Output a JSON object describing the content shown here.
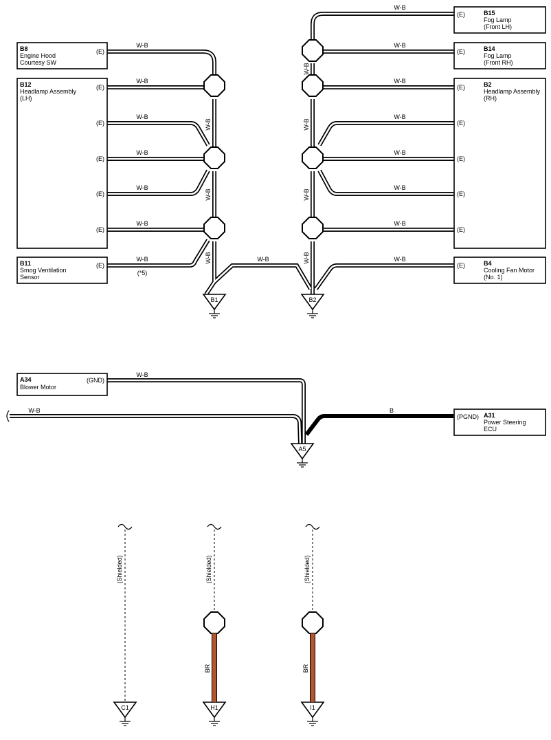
{
  "wire_color_wb": "W-B",
  "wire_color_b": "B",
  "wire_color_br": "BR",
  "shielded_label": "(Shielded)",
  "note_star5": "(*5)",
  "pin_e": "(E)",
  "colors": {
    "wb_fill": "#ffffff",
    "b_fill": "#000000",
    "br_fill": "#b5552f"
  },
  "components": {
    "b8": {
      "code": "B8",
      "line1": "Engine Hood",
      "line2": "Courtesy SW"
    },
    "b12": {
      "code": "B12",
      "line1": "Headlamp Assembly",
      "line2": "(LH)"
    },
    "b11": {
      "code": "B11",
      "line1": "Smog Ventilation",
      "line2": "Sensor"
    },
    "b15": {
      "code": "B15",
      "line1": "Fog Lamp",
      "line2": "(Front LH)"
    },
    "b14": {
      "code": "B14",
      "line1": "Fog Lamp",
      "line2": "(Front RH)"
    },
    "b2": {
      "code": "B2",
      "line1": "Headlamp Assembly",
      "line2": "(RH)"
    },
    "b4": {
      "code": "B4",
      "line1": "Cooling Fan Motor",
      "line2": "(No. 1)"
    },
    "a34": {
      "code": "A34",
      "line1": "Blower Motor",
      "pin": "(GND)"
    },
    "a31": {
      "code": "A31",
      "line1": "Power Steering",
      "line2": "ECU",
      "pin": "(PGND)"
    }
  },
  "grounds": {
    "b1": "B1",
    "b2": "B2",
    "a5": "A5",
    "c1": "C1",
    "h1": "H1",
    "i1": "I1"
  }
}
